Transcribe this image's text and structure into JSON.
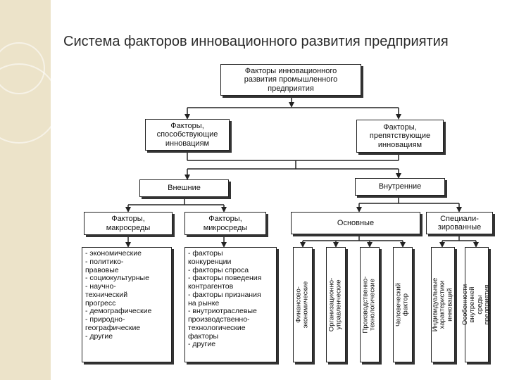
{
  "title": "Система факторов инновационного развития предприятия",
  "diagram": {
    "root": "Факторы инновационного\nразвития промышленного\nпредприятия",
    "level2": {
      "promoting": "Факторы,\nспособствующие\nинновациям",
      "hindering": "Факторы,\nпрепятствующие\nинновациям"
    },
    "level3": {
      "external": "Внешние",
      "internal": "Внутренние"
    },
    "level4": {
      "macro": "Факторы,\nмакросреды",
      "micro": "Факторы,\nмикросреды",
      "basic": "Основные",
      "specialized": "Специали-\nзированные"
    },
    "macro_list": "- экономические\n- политико-\n  правовые\n- социокультурные\n- научно-\n  технический\n  прогресс\n- демографические\n- природно-\n  географические\n- другие",
    "micro_list": "- факторы\n  конкуренции\n- факторы спроса\n- факторы поведения\n  контрагентов\n- факторы признания\n  на рынке\n- внутриотраслевые\n  производственно-\n  технологические\n  факторы\n- другие",
    "basic_factors": [
      "Финансово-экономические",
      "Организационно-управленческие",
      "Производственно-технологические",
      "Человеческий фактор"
    ],
    "specialized_factors": [
      "Индивидуальные характеристики\nинноваций",
      "Особенности внутренней\nсреды предприятия"
    ]
  }
}
